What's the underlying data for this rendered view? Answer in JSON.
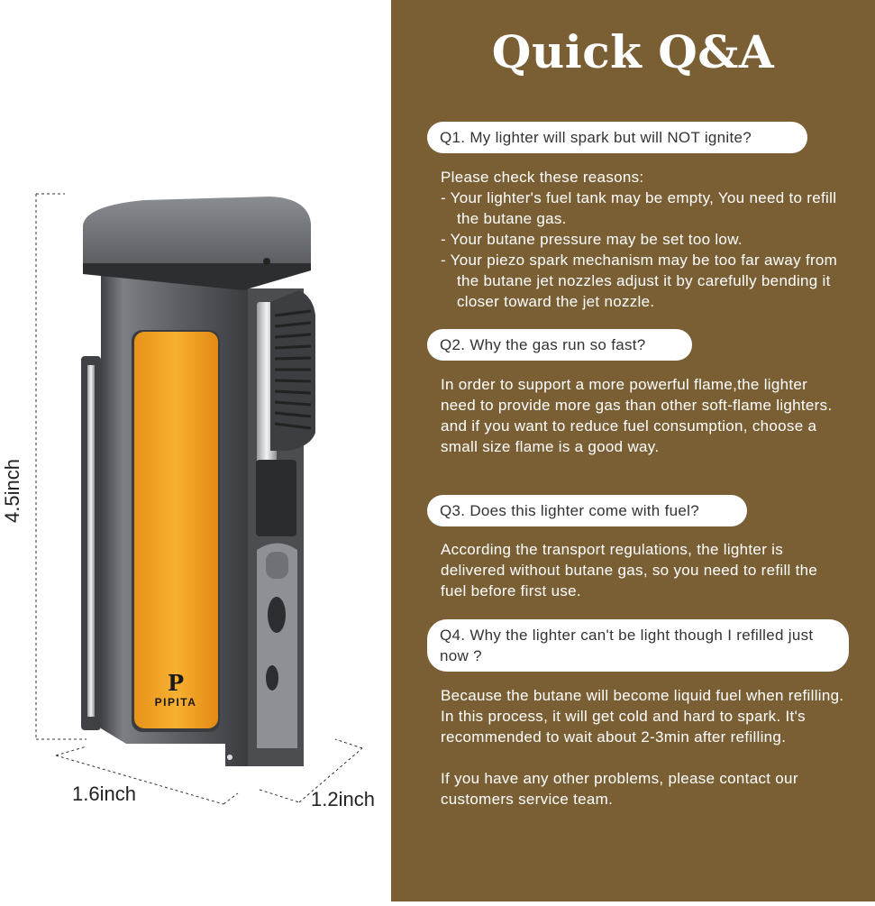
{
  "title": "Quick Q&A",
  "brand": "PIPITA",
  "brand_mark": "P",
  "dimensions": {
    "height": "4.5inch",
    "width": "1.6inch",
    "depth": "1.2inch"
  },
  "qa": [
    {
      "question": "Q1. My lighter will spark but will NOT ignite?",
      "answer": [
        "Please check these reasons:",
        "- Your lighter's fuel tank may be empty, You need to refill the butane gas.",
        "- Your butane pressure may be set too low.",
        "- Your piezo spark mechanism may be too far away from the butane jet nozzles adjust it by carefully bending it closer toward the jet nozzle."
      ]
    },
    {
      "question": "Q2. Why the gas run so fast?",
      "answer": [
        "In order to support a more powerful flame,the lighter need to provide more gas than other soft-flame lighters. and if you want to reduce fuel consumption, choose a small size flame is a good way."
      ]
    },
    {
      "question": "Q3. Does this lighter come with fuel?",
      "answer": [
        "According the transport regulations, the lighter is delivered without butane gas, so you need to refill the fuel before first use."
      ]
    },
    {
      "question": "Q4. Why the lighter can't be light though I refilled just now ?",
      "answer": [
        "Because the butane will become liquid fuel when refilling. In this process, it will get cold and hard to spark. It's recommended to wait about 2-3min after refilling.",
        "If you have any other problems, please contact our customers service team."
      ]
    }
  ],
  "colors": {
    "panel": "#7a5f35",
    "accent_orange": "#f5a623",
    "metal": "#5a5d62"
  }
}
